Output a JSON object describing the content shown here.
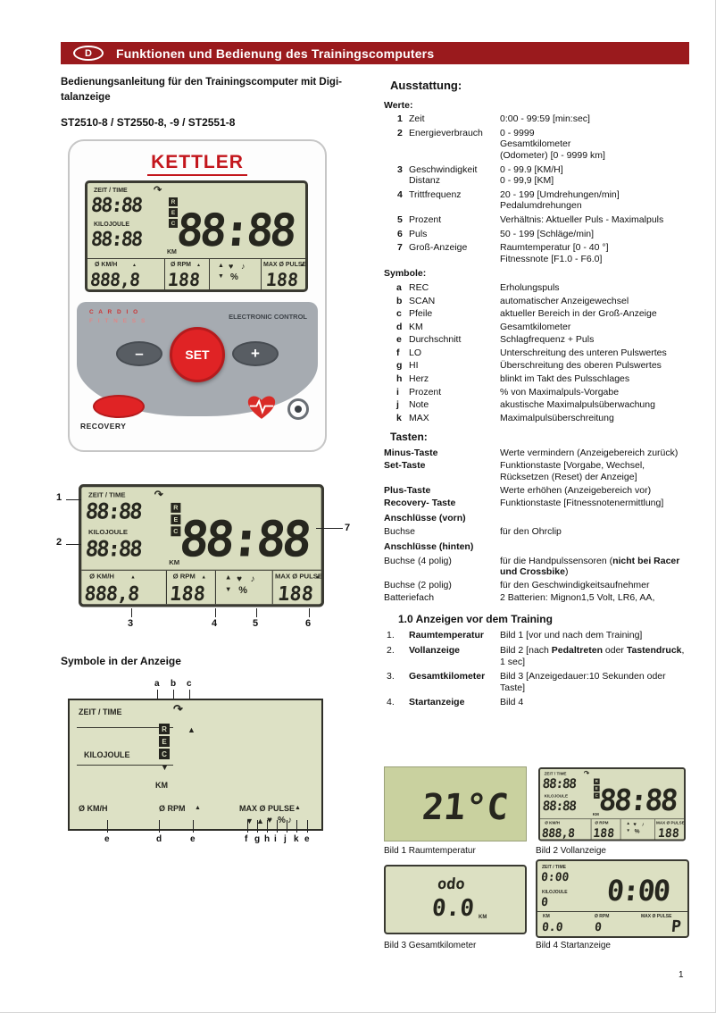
{
  "page_number": "1",
  "header": {
    "badge": "D",
    "title": "Funktionen und Bedienung des Trainingscomputers"
  },
  "icons": {
    "scan_arrow": "↷",
    "triangle_up": "▲",
    "triangle_down": "▼",
    "heart": "♥",
    "note": "♪",
    "percent": "%",
    "rec": [
      "R",
      "E",
      "C"
    ]
  },
  "left": {
    "intro": "Bedienungsanleitung für den Trainingscomputer mit Digi-\ntalanzeige",
    "models": "ST2510-8 / ST2550-8, -9 / ST2551-8",
    "device": {
      "brand": "KETTLER",
      "cardio1": "C A R D I O",
      "cardio2": "F I T N E S S",
      "electronic": "ELECTRONIC CONTROL",
      "btn_minus": "–",
      "btn_set": "SET",
      "btn_plus": "+",
      "recovery": "RECOVERY"
    },
    "lcd": {
      "zeit": "ZEIT / TIME",
      "kilojoule": "KILOJOULE",
      "km": "KM",
      "kmh": "Ø KM/H",
      "rpm": "Ø RPM",
      "maxpulse": "MAX Ø PULSE",
      "digits_time": "88:88",
      "digits_kj": "88:88",
      "digits_big": "88:88",
      "digits_kmh": "888,8",
      "digits_rpm": "188",
      "digits_pulse": "188"
    },
    "callouts": [
      "1",
      "2",
      "3",
      "4",
      "5",
      "6",
      "7"
    ],
    "symbols_heading": "Symbole in der Anzeige",
    "letters_top": [
      "a",
      "b",
      "c"
    ],
    "letters_bottom": [
      "e",
      "d",
      "e",
      "f",
      "g",
      "h",
      "i",
      "j",
      "k",
      "e"
    ]
  },
  "right": {
    "heading": "Ausstattung:",
    "werte_label": "Werte:",
    "werte": [
      {
        "num": "1",
        "name": "Zeit",
        "desc": "0:00 - 99:59 [min:sec]"
      },
      {
        "num": "2",
        "name": "Energieverbrauch",
        "desc": "0 - 9999\nGesamtkilometer\n(Odometer) [0 - 9999 km]"
      },
      {
        "num": "3",
        "name": "Geschwindigkeit\nDistanz",
        "desc": "0 - 99.9 [KM/H]\n0 - 99,9 [KM]"
      },
      {
        "num": "4",
        "name": "Trittfrequenz",
        "desc": "20 - 199 [Umdrehungen/min]\nPedalumdrehungen"
      },
      {
        "num": "5",
        "name": "Prozent",
        "desc": "Verhältnis: Aktueller Puls - Maximalpuls"
      },
      {
        "num": "6",
        "name": "Puls",
        "desc": "50 - 199 [Schläge/min]"
      },
      {
        "num": "7",
        "name": "Groß-Anzeige",
        "desc": "Raumtemperatur [0 - 40 °]\nFitnessnote [F1.0 - F6.0]"
      }
    ],
    "symbole_label": "Symbole:",
    "symbole": [
      {
        "letter": "a",
        "name": "REC",
        "desc": "Erholungspuls"
      },
      {
        "letter": "b",
        "name": "SCAN",
        "desc": "automatischer Anzeigewechsel"
      },
      {
        "letter": "c",
        "name": "Pfeile",
        "desc": "aktueller Bereich in der Groß-Anzeige"
      },
      {
        "letter": "d",
        "name": "KM",
        "desc": "Gesamtkilometer"
      },
      {
        "letter": "e",
        "name": "Durchschnitt",
        "desc": "Schlagfrequenz + Puls"
      },
      {
        "letter": "f",
        "name": "LO",
        "desc": "Unterschreitung des unteren Pulswertes"
      },
      {
        "letter": "g",
        "name": "HI",
        "desc": "Überschreitung des oberen Pulswertes"
      },
      {
        "letter": "h",
        "name": "Herz",
        "desc": "blinkt im Takt des Pulsschlages"
      },
      {
        "letter": "i",
        "name": "Prozent",
        "desc": "% von Maximalpuls-Vorgabe"
      },
      {
        "letter": "j",
        "name": "Note",
        "desc": "akustische Maximalpulsüberwachung"
      },
      {
        "letter": "k",
        "name": "MAX",
        "desc": "Maximalpulsüberschreitung"
      }
    ],
    "tasten_heading": "Tasten:",
    "tasten": [
      {
        "label": "Minus-Taste",
        "desc": "Werte vermindern (Anzeigebereich zurück)"
      },
      {
        "label": "Set-Taste",
        "desc": "Funktionstaste [Vorgabe, Wechsel, Rücksetzen (Reset) der Anzeige]"
      },
      {
        "label": "Plus-Taste",
        "desc": "Werte erhöhen (Anzeigebereich vor)"
      },
      {
        "label": "Recovery- Taste",
        "desc": "Funktionstaste [Fitnessnotenermittlung]"
      }
    ],
    "vorn_label": "Anschlüsse (vorn)",
    "vorn": {
      "name": "Buchse",
      "desc": "für den Ohrclip"
    },
    "hinten_label": "Anschlüsse (hinten)",
    "hinten_1": {
      "name": "Buchse (4 polig)",
      "desc_pre": "für die Handpulssensoren (",
      "desc_bold": "nicht bei Racer und Crossbike",
      "desc_post": ")"
    },
    "hinten_2": {
      "name": "Buchse (2 polig)",
      "desc": "für den Geschwindigkeitsaufnehmer"
    },
    "hinten_3": {
      "name": "Batteriefach",
      "desc": "2 Batterien: Mignon1,5 Volt, LR6, AA,"
    },
    "anzeigen_heading": "1.0 Anzeigen vor dem Training",
    "anzeigen": [
      {
        "num": "1.",
        "name": "Raumtemperatur",
        "desc": "Bild 1 [vor und nach dem Training]"
      },
      {
        "num": "2.",
        "name": "Vollanzeige"
      },
      {
        "num": "3.",
        "name": "Gesamtkilometer",
        "desc": "Bild 3 [Anzeigedauer:10 Sekunden oder Taste]"
      },
      {
        "num": "4.",
        "name": "Startanzeige",
        "desc": "Bild 4"
      }
    ],
    "anzeigen2_parts": {
      "p1": "Bild 2 [nach ",
      "b1": "Pedaltreten",
      "p2": " oder ",
      "b2": "Tastendruck",
      "p3": ", 1 sec]"
    },
    "bilder": {
      "bild1": {
        "value": "21°C",
        "caption": "Bild 1 Raumtemperatur"
      },
      "bild2": {
        "caption": "Bild 2 Vollanzeige"
      },
      "bild3": {
        "odo": "odo",
        "value": "0.0",
        "unit": "KM",
        "caption": "Bild 3 Gesamtkilometer"
      },
      "bild4": {
        "time": "0:00",
        "kj": "0",
        "big": "0:00",
        "kmh": "0.0",
        "rpm": "0",
        "p": "P",
        "caption": "Bild 4 Startanzeige"
      }
    }
  }
}
